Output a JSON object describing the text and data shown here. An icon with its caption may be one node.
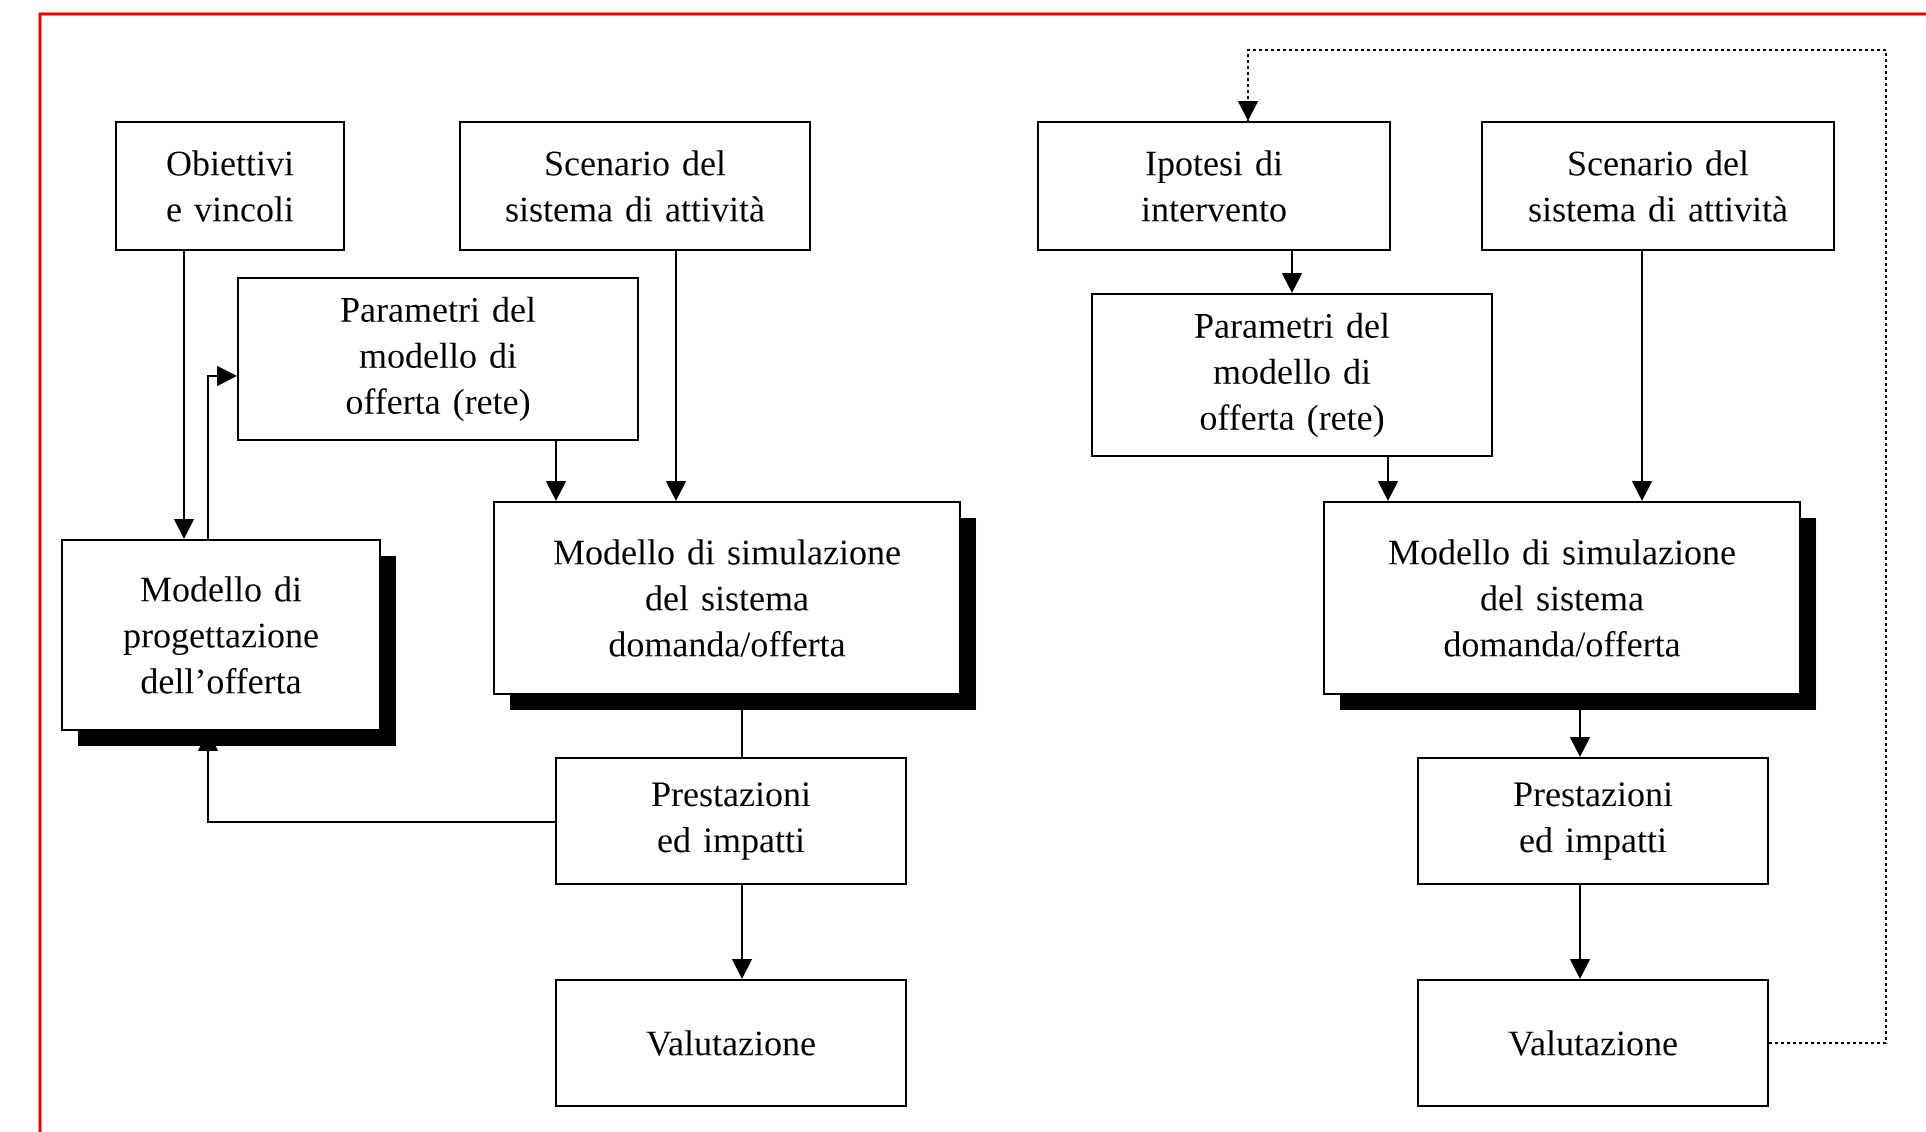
{
  "diagram": {
    "nodes": [
      {
        "text": [
          "Obiettivi e vincoli"
        ]
      },
      {
        "text": [
          "Scenario del sistema di attività"
        ]
      },
      {
        "text": [
          "Parametri del modello di offerta (rete)"
        ]
      },
      {
        "text": [
          "Modello di progettazione dell’offerta"
        ]
      },
      {
        "text": [
          "Modello di simulazione del sistema domanda/offerta"
        ]
      },
      {
        "text": [
          "Prestazioni ed impatti"
        ]
      },
      {
        "text": [
          "Valutazione"
        ]
      },
      {
        "text": [
          "Ipotesi di intervento"
        ]
      },
      {
        "text": [
          "Scenario del sistema di attività"
        ]
      },
      {
        "text": [
          "Parametri del modello di offerta (rete)"
        ]
      },
      {
        "text": [
          "Modello di simulazione del sistema domanda/offerta"
        ]
      },
      {
        "text": [
          "Prestazioni ed impatti"
        ]
      },
      {
        "text": [
          "Valutazione"
        ]
      }
    ],
    "edges": [
      {
        "from": 0,
        "to": 3,
        "arrow": "to"
      },
      {
        "from": 3,
        "to": 2,
        "arrow": "to"
      },
      {
        "from": 2,
        "to": 4,
        "arrow": "to"
      },
      {
        "from": 1,
        "to": 4,
        "arrow": "to"
      },
      {
        "from": 4,
        "to": 5,
        "arrow": "none"
      },
      {
        "from": 5,
        "to": 3,
        "arrow": "to"
      },
      {
        "from": 5,
        "to": 6,
        "arrow": "to"
      },
      {
        "from": 7,
        "to": 9,
        "arrow": "to"
      },
      {
        "from": 9,
        "to": 10,
        "arrow": "to"
      },
      {
        "from": 8,
        "to": 10,
        "arrow": "to"
      },
      {
        "from": 10,
        "to": 11,
        "arrow": "to"
      },
      {
        "from": 11,
        "to": 12,
        "arrow": "to"
      },
      {
        "from": 12,
        "to": 7,
        "arrow": "to",
        "style": "dashed"
      }
    ]
  }
}
